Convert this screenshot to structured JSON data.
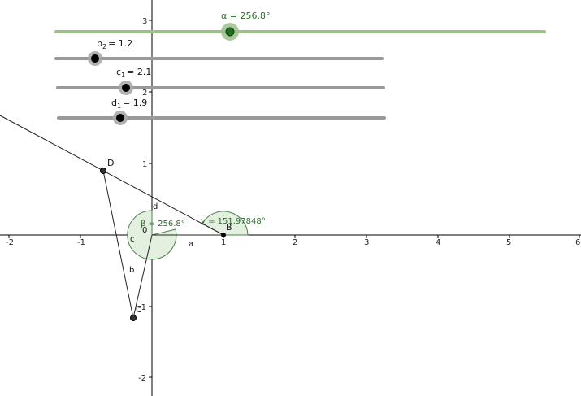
{
  "axes": {
    "x_ticks": [
      "-2",
      "-1",
      "0",
      "1",
      "2",
      "3",
      "4",
      "5",
      "6"
    ],
    "y_ticks": [
      "3",
      "2",
      "1",
      "-1",
      "-2"
    ]
  },
  "sliders": {
    "alpha": {
      "name": "α",
      "value": "256.8°"
    },
    "b2": {
      "name": "b",
      "sub": "2",
      "value": "= 1.2"
    },
    "c1": {
      "name": "c",
      "sub": "1",
      "value": "= 2.1"
    },
    "d1": {
      "name": "d",
      "sub": "1",
      "value": "= 1.9"
    }
  },
  "points": {
    "B": "B",
    "C": "C",
    "D": "D"
  },
  "segments": {
    "a": "a",
    "b": "b",
    "c": "c",
    "d": "d"
  },
  "angles": {
    "beta": "β = 256.8°",
    "gamma": "γ = 151.97848°"
  },
  "colors": {
    "alpha_slider": "#9dc08b",
    "gray_slider": "#999999",
    "angle_fill": "#e3f0e0",
    "angle_stroke": "#4f7f4f"
  }
}
